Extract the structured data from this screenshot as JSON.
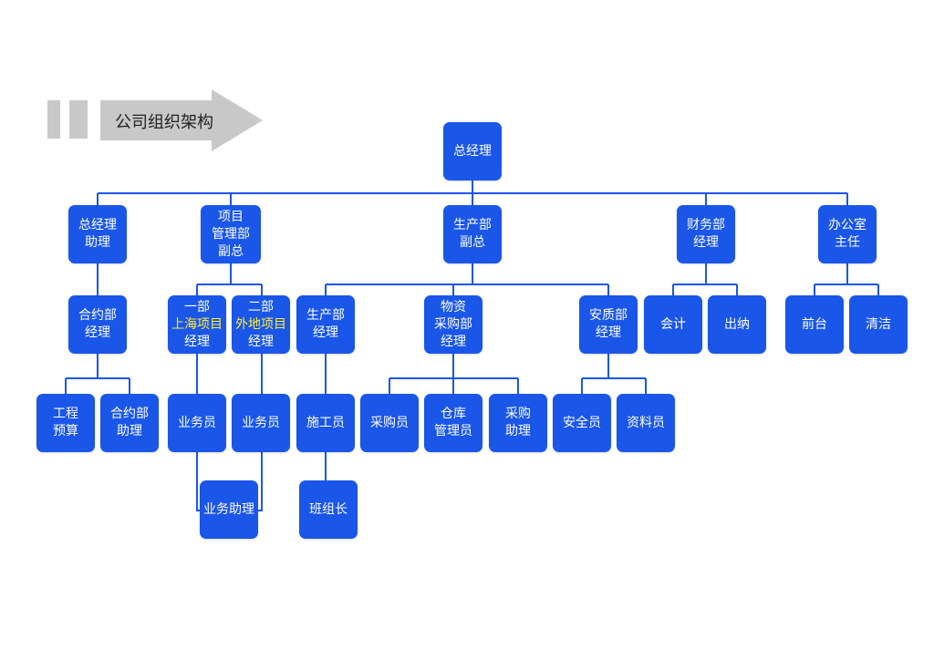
{
  "title": "公司组织架构",
  "colors": {
    "box": "#1a56e8",
    "line": "#1a56e8",
    "text": "#ffffff",
    "highlight": "#ffee3c",
    "header_shape": "#c8c8c8"
  },
  "nodes": {
    "gm": {
      "lines": [
        "总经理"
      ]
    },
    "gm_assistant": {
      "lines": [
        "总经理",
        "助理"
      ]
    },
    "project_vp": {
      "lines": [
        "项目",
        "管理部",
        "副总"
      ]
    },
    "production_vp": {
      "lines": [
        "生产部",
        "副总"
      ]
    },
    "finance_mgr": {
      "lines": [
        "财务部",
        "经理"
      ]
    },
    "office_dir": {
      "lines": [
        "办公室",
        "主任"
      ]
    },
    "contract_mgr": {
      "lines": [
        "合约部",
        "经理"
      ]
    },
    "dept1": {
      "lines": [
        "一部",
        "上海项目",
        "经理"
      ]
    },
    "dept2": {
      "lines": [
        "二部",
        "外地项目",
        "经理"
      ]
    },
    "production_mgr": {
      "lines": [
        "生产部",
        "经理"
      ]
    },
    "purchasing_mgr": {
      "lines": [
        "物资",
        "采购部",
        "经理"
      ]
    },
    "quality_mgr": {
      "lines": [
        "安质部",
        "经理"
      ]
    },
    "accountant": {
      "lines": [
        "会计"
      ]
    },
    "cashier": {
      "lines": [
        "出纳"
      ]
    },
    "reception": {
      "lines": [
        "前台"
      ]
    },
    "cleaning": {
      "lines": [
        "清洁"
      ]
    },
    "budget": {
      "lines": [
        "工程",
        "预算"
      ]
    },
    "contract_assistant": {
      "lines": [
        "合约部",
        "助理"
      ]
    },
    "sales1": {
      "lines": [
        "业务员"
      ]
    },
    "sales2": {
      "lines": [
        "业务员"
      ]
    },
    "constructor": {
      "lines": [
        "施工员"
      ]
    },
    "purchaser": {
      "lines": [
        "采购员"
      ]
    },
    "warehouse": {
      "lines": [
        "仓库",
        "管理员"
      ]
    },
    "purchasing_assistant": {
      "lines": [
        "采购",
        "助理"
      ]
    },
    "safety": {
      "lines": [
        "安全员"
      ]
    },
    "documents": {
      "lines": [
        "资料员"
      ]
    },
    "sales_assistant": {
      "lines": [
        "业务助理"
      ]
    },
    "team_leader": {
      "lines": [
        "班组长"
      ]
    }
  }
}
